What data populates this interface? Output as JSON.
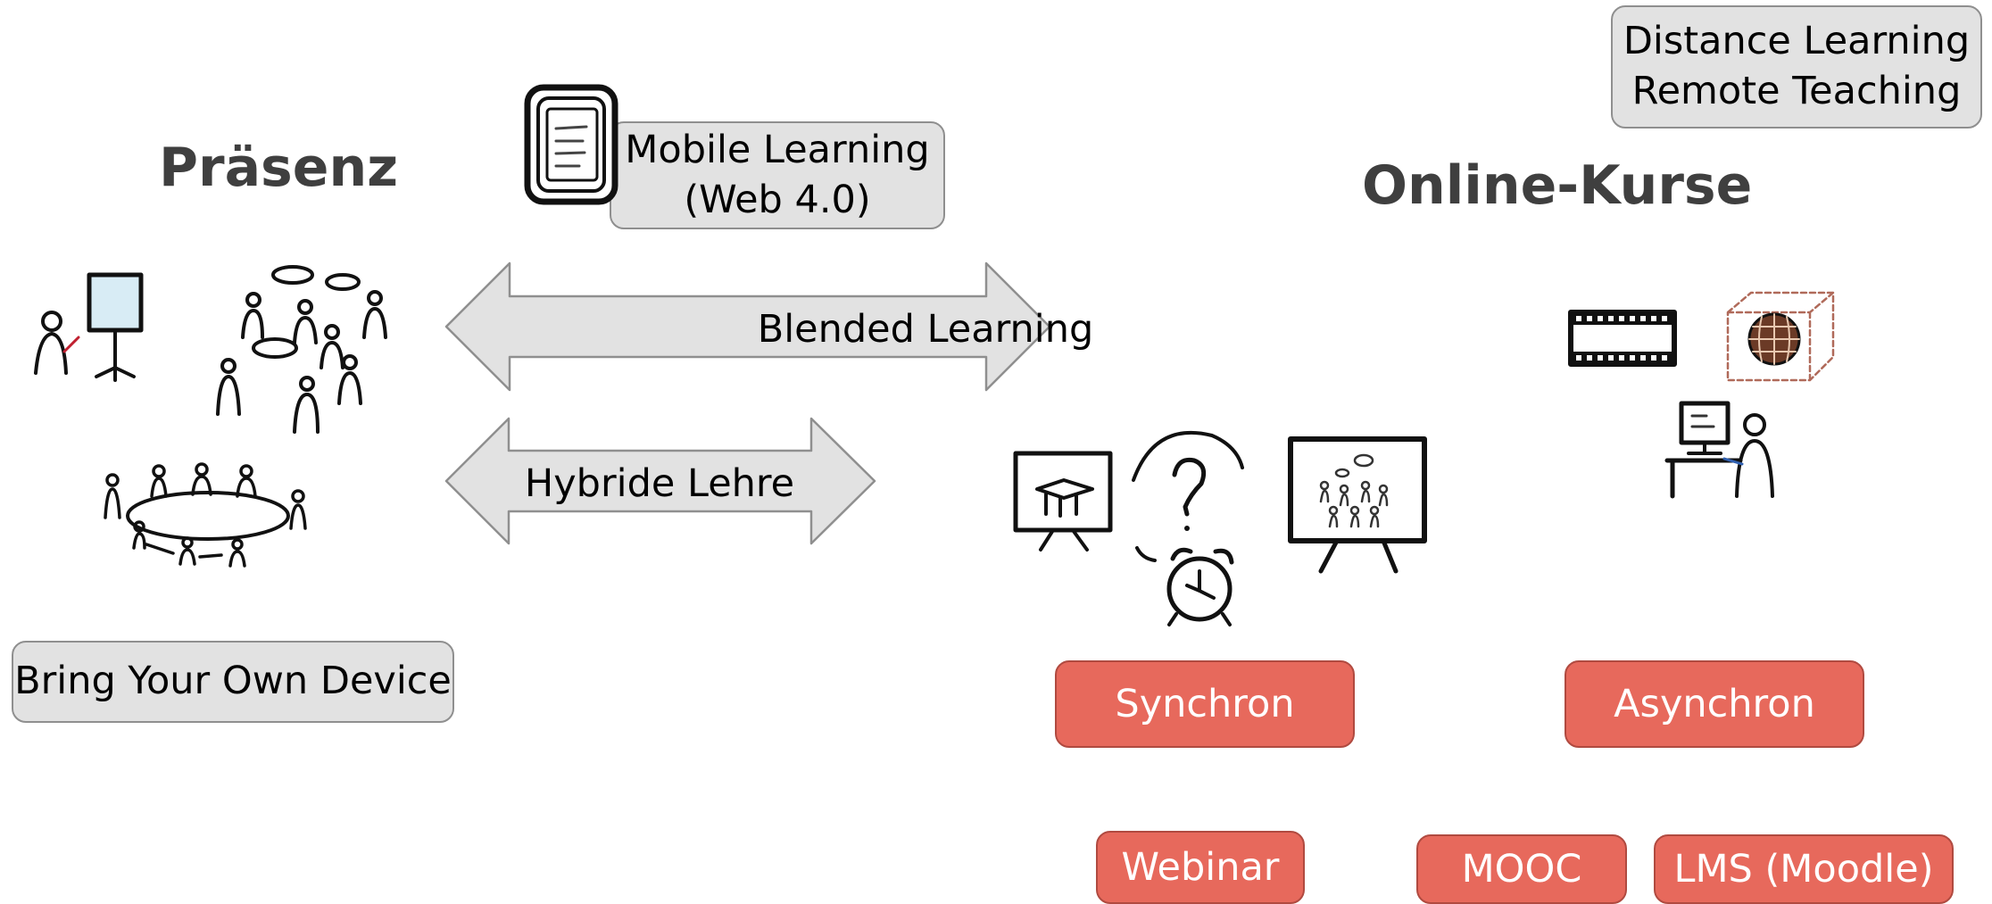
{
  "headings": {
    "praesenz": "Präsenz",
    "online": "Online-Kurse"
  },
  "boxes": {
    "distance_line1": "Distance Learning",
    "distance_line2": "Remote Teaching",
    "mobile_line1": "Mobile Learning",
    "mobile_line2": "(Web 4.0)",
    "byod": "Bring Your Own Device"
  },
  "arrows": {
    "blended": "Blended Learning",
    "hybrid": "Hybride Lehre"
  },
  "red_boxes": {
    "synchron": "Synchron",
    "asynchron": "Asynchron",
    "webinar": "Webinar",
    "mooc": "MOOC",
    "lms": "LMS (Moodle)"
  },
  "sketch_icons": [
    "tablet-icon",
    "presenter-flipchart-icon",
    "group-discussion-icon",
    "round-table-icon",
    "presentation-board-icon",
    "question-mark-icon",
    "alarm-clock-icon",
    "screen-audience-icon",
    "film-strip-icon",
    "globe-cube-icon",
    "computer-user-icon"
  ],
  "colors": {
    "red_box": "#e7695c",
    "grey_box": "#e2e2e2",
    "heading": "#3f3f3f",
    "arrow_fill": "#e2e2e2"
  }
}
